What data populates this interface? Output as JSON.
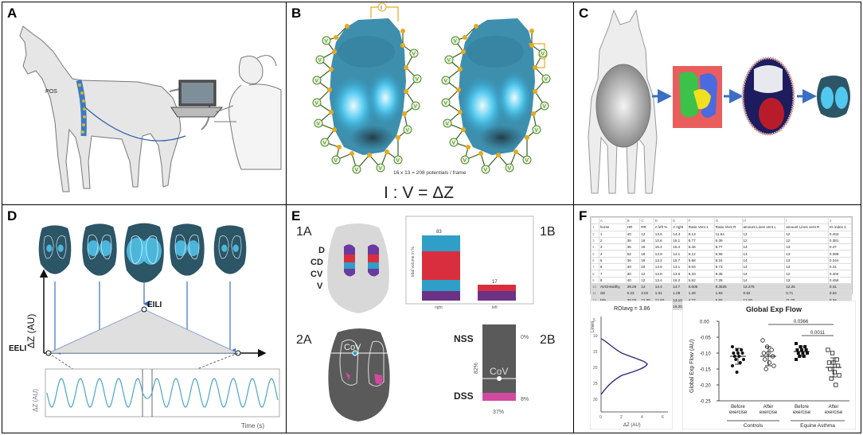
{
  "panels": {
    "A": {
      "label": "A",
      "pos_label": "POS"
    },
    "B": {
      "label": "B",
      "source_label": "I",
      "count_text": "16 x 13 = 208 potentials / frame",
      "equation": "I : V = ΔZ",
      "electrode_label": "V"
    },
    "C": {
      "label": "C"
    },
    "D": {
      "label": "D",
      "ylabel": "ΔZ (AU)",
      "eeli": "EELI",
      "eili": "EILI",
      "lower_ylabel": "ΔZ (AU)",
      "time_label": "Time (s)"
    },
    "E": {
      "label": "E",
      "sub_1a": "1A",
      "sub_1b": "1B",
      "sub_2a": "2A",
      "sub_2b": "2B",
      "regions": [
        "D",
        "CD",
        "CV",
        "V"
      ],
      "cov": "CoV",
      "nss": "NSS",
      "dss": "DSS",
      "pct_top": "0%",
      "pct_mid": "82%",
      "pct_bottom": "8%",
      "pct_below": "37%"
    },
    "F": {
      "label": "F",
      "roi_title": "ROIavg = 3.86",
      "roi_xlabel": "ΔZ (AU)",
      "roi_ylabel": "Lines",
      "roi_yticks": [
        "5",
        "10",
        "15",
        "20",
        "25",
        "30"
      ],
      "roi_xticks": [
        "0",
        "2",
        "4",
        "6"
      ],
      "spreadsheet": {
        "col_letters": [
          "A",
          "B",
          "C",
          "D",
          "E",
          "F",
          "G",
          "H",
          "I",
          "J"
        ],
        "headers": [
          "horse",
          "HR",
          "RR",
          "A left %",
          "A right",
          "Ratio Vent 1",
          "Ratio Vent R",
          "amount Lines vent L",
          "amount Lines vent R",
          "IG index 1"
        ],
        "rows": [
          [
            "1",
            "40",
            "12",
            "13.6",
            "14.4",
            "9.13",
            "11.54",
            "12",
            "12",
            "0.403"
          ],
          [
            "2",
            "36",
            "16",
            "12.6",
            "15.1",
            "8.77",
            "6.39",
            "12",
            "12",
            "0.381"
          ],
          [
            "3",
            "36",
            "16",
            "15.4",
            "15.4",
            "6.46",
            "8.77",
            "14",
            "13",
            "0.47"
          ],
          [
            "4",
            "52",
            "16",
            "14.9",
            "14.1",
            "6.12",
            "5.55",
            "13",
            "13",
            "0.399"
          ],
          [
            "5",
            "36",
            "16",
            "13.2",
            "15.7",
            "5.68",
            "8.24",
            "14",
            "13",
            "0.344"
          ],
          [
            "6",
            "40",
            "20",
            "14.6",
            "13.1",
            "8.53",
            "9.73",
            "14",
            "13",
            "0.41"
          ],
          [
            "7",
            "30",
            "12",
            "13.8",
            "13.6",
            "6.33",
            "9.35",
            "14",
            "12",
            "0.404"
          ],
          [
            "8",
            "40",
            "12",
            "13.4",
            "16.2",
            "5.62",
            "7.25",
            "14",
            "13",
            "0.458"
          ],
          [
            "AVGHealthy",
            "39.25",
            "14",
            "14.4",
            "14.7",
            "6.605",
            "8.3525",
            "13.375",
            "12.25",
            "0.41"
          ],
          [
            "SD",
            "6.23",
            "3.02",
            "1.01",
            "1.08",
            "1.49",
            "1.93",
            "0.92",
            "0.71",
            "0.04"
          ],
          [
            "Min",
            "30.00",
            "12.00",
            "12.60",
            "13.10",
            "4.77",
            "5.55",
            "12.00",
            "11.00",
            "0.34"
          ],
          [
            "Max",
            "52.00",
            "20.00",
            "15.40",
            "16.20",
            "9.13",
            "11.54",
            "14.00",
            "13.00",
            "0.47"
          ]
        ]
      },
      "chart_data": {
        "type": "scatter",
        "title": "Global Exp Flow",
        "ylabel": "Global Exp Flow (AU)",
        "ylim": [
          -0.25,
          0.0
        ],
        "yticks": [
          "0.00",
          "-0.05",
          "-0.10",
          "-0.15",
          "-0.20",
          "-0.25"
        ],
        "categories": [
          "Before exercise",
          "After exercise",
          "Before exercise",
          "After exercise"
        ],
        "groups": [
          "Controls",
          "Equine Asthma"
        ],
        "annotations": [
          {
            "text": "0.0366",
            "from": 1,
            "to": 3
          },
          {
            "text": "0.0011",
            "from": 2,
            "to": 3
          }
        ],
        "series": [
          {
            "values": [
              -0.08,
              -0.09,
              -0.09,
              -0.1,
              -0.1,
              -0.1,
              -0.11,
              -0.11,
              -0.12,
              -0.12,
              -0.13,
              -0.14,
              -0.16
            ],
            "mean": -0.11,
            "sd": 0.025
          },
          {
            "values": [
              -0.06,
              -0.08,
              -0.09,
              -0.1,
              -0.1,
              -0.11,
              -0.12,
              -0.13,
              -0.14,
              -0.15
            ],
            "mean": -0.11,
            "sd": 0.03
          },
          {
            "values": [
              -0.07,
              -0.08,
              -0.08,
              -0.09,
              -0.09,
              -0.09,
              -0.1,
              -0.1,
              -0.1,
              -0.11,
              -0.11,
              -0.12
            ],
            "mean": -0.095,
            "sd": 0.015
          },
          {
            "values": [
              -0.09,
              -0.1,
              -0.12,
              -0.13,
              -0.13,
              -0.14,
              -0.15,
              -0.16,
              -0.17,
              -0.18,
              -0.2
            ],
            "mean": -0.145,
            "sd": 0.03
          }
        ]
      }
    }
  },
  "colors": {
    "eit_dark": "#2c5566",
    "eit_bright": "#52c8ee",
    "electrode": "#e8a91e",
    "wire": "#355e1e",
    "dorsal": "#6a3aa0",
    "central_dorsal": "#d82e3e",
    "central_ventral": "#2f9fc7",
    "ventral": "#6b3285",
    "dss": "#d24aa0",
    "arrow": "#3b6fc4"
  }
}
